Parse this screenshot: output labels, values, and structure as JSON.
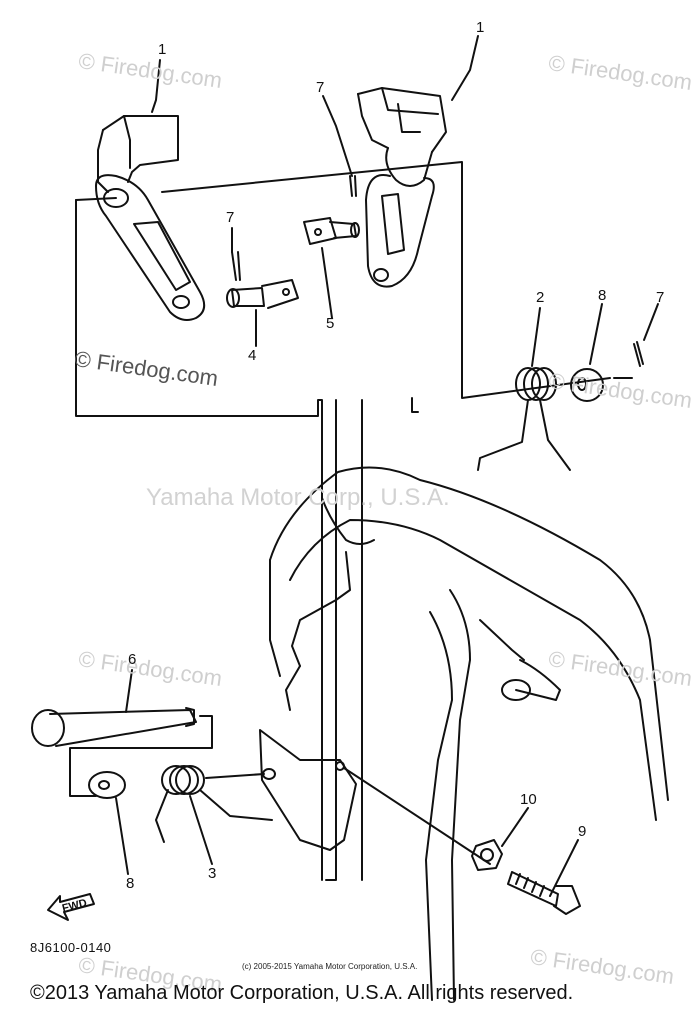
{
  "watermarks": {
    "firedog": "© Firedog.com",
    "yamaha": "Yamaha Motor Corp., U.S.A."
  },
  "callouts": {
    "c1a": "1",
    "c1b": "1",
    "c2": "2",
    "c3": "3",
    "c4": "4",
    "c5": "5",
    "c6": "6",
    "c7a": "7",
    "c7b": "7",
    "c7c": "7",
    "c8a": "8",
    "c8b": "8",
    "c9": "9",
    "c10": "10"
  },
  "fwd_label": "FWD",
  "diagram_code": "8J6100-0140",
  "small_copyright": "(c) 2005-2015 Yamaha Motor Corporation, U.S.A.",
  "footer_copyright": "©2013 Yamaha Motor Corporation, U.S.A. All rights reserved."
}
